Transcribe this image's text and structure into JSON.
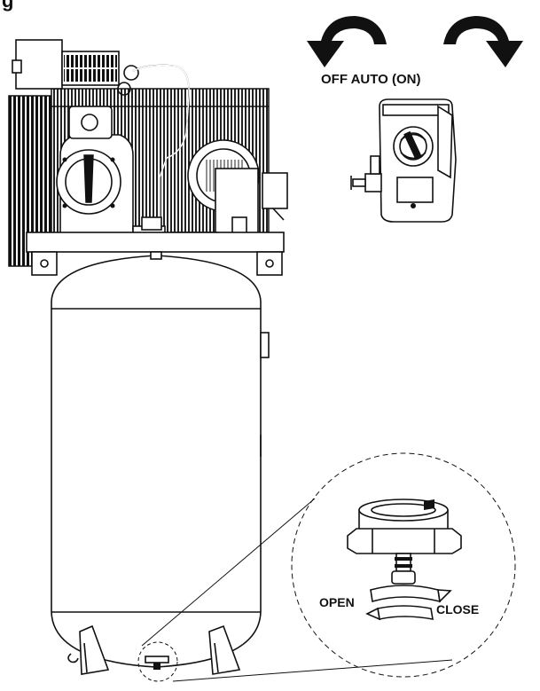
{
  "header": {
    "figure_letter": "g"
  },
  "labels": {
    "pressure_switch_positions": "OFF AUTO (ON)",
    "drain_open": "OPEN",
    "drain_close": "CLOSE"
  },
  "icons": {
    "off_arrow": "curved-arrow-left-icon",
    "on_arrow": "curved-arrow-right-icon"
  }
}
